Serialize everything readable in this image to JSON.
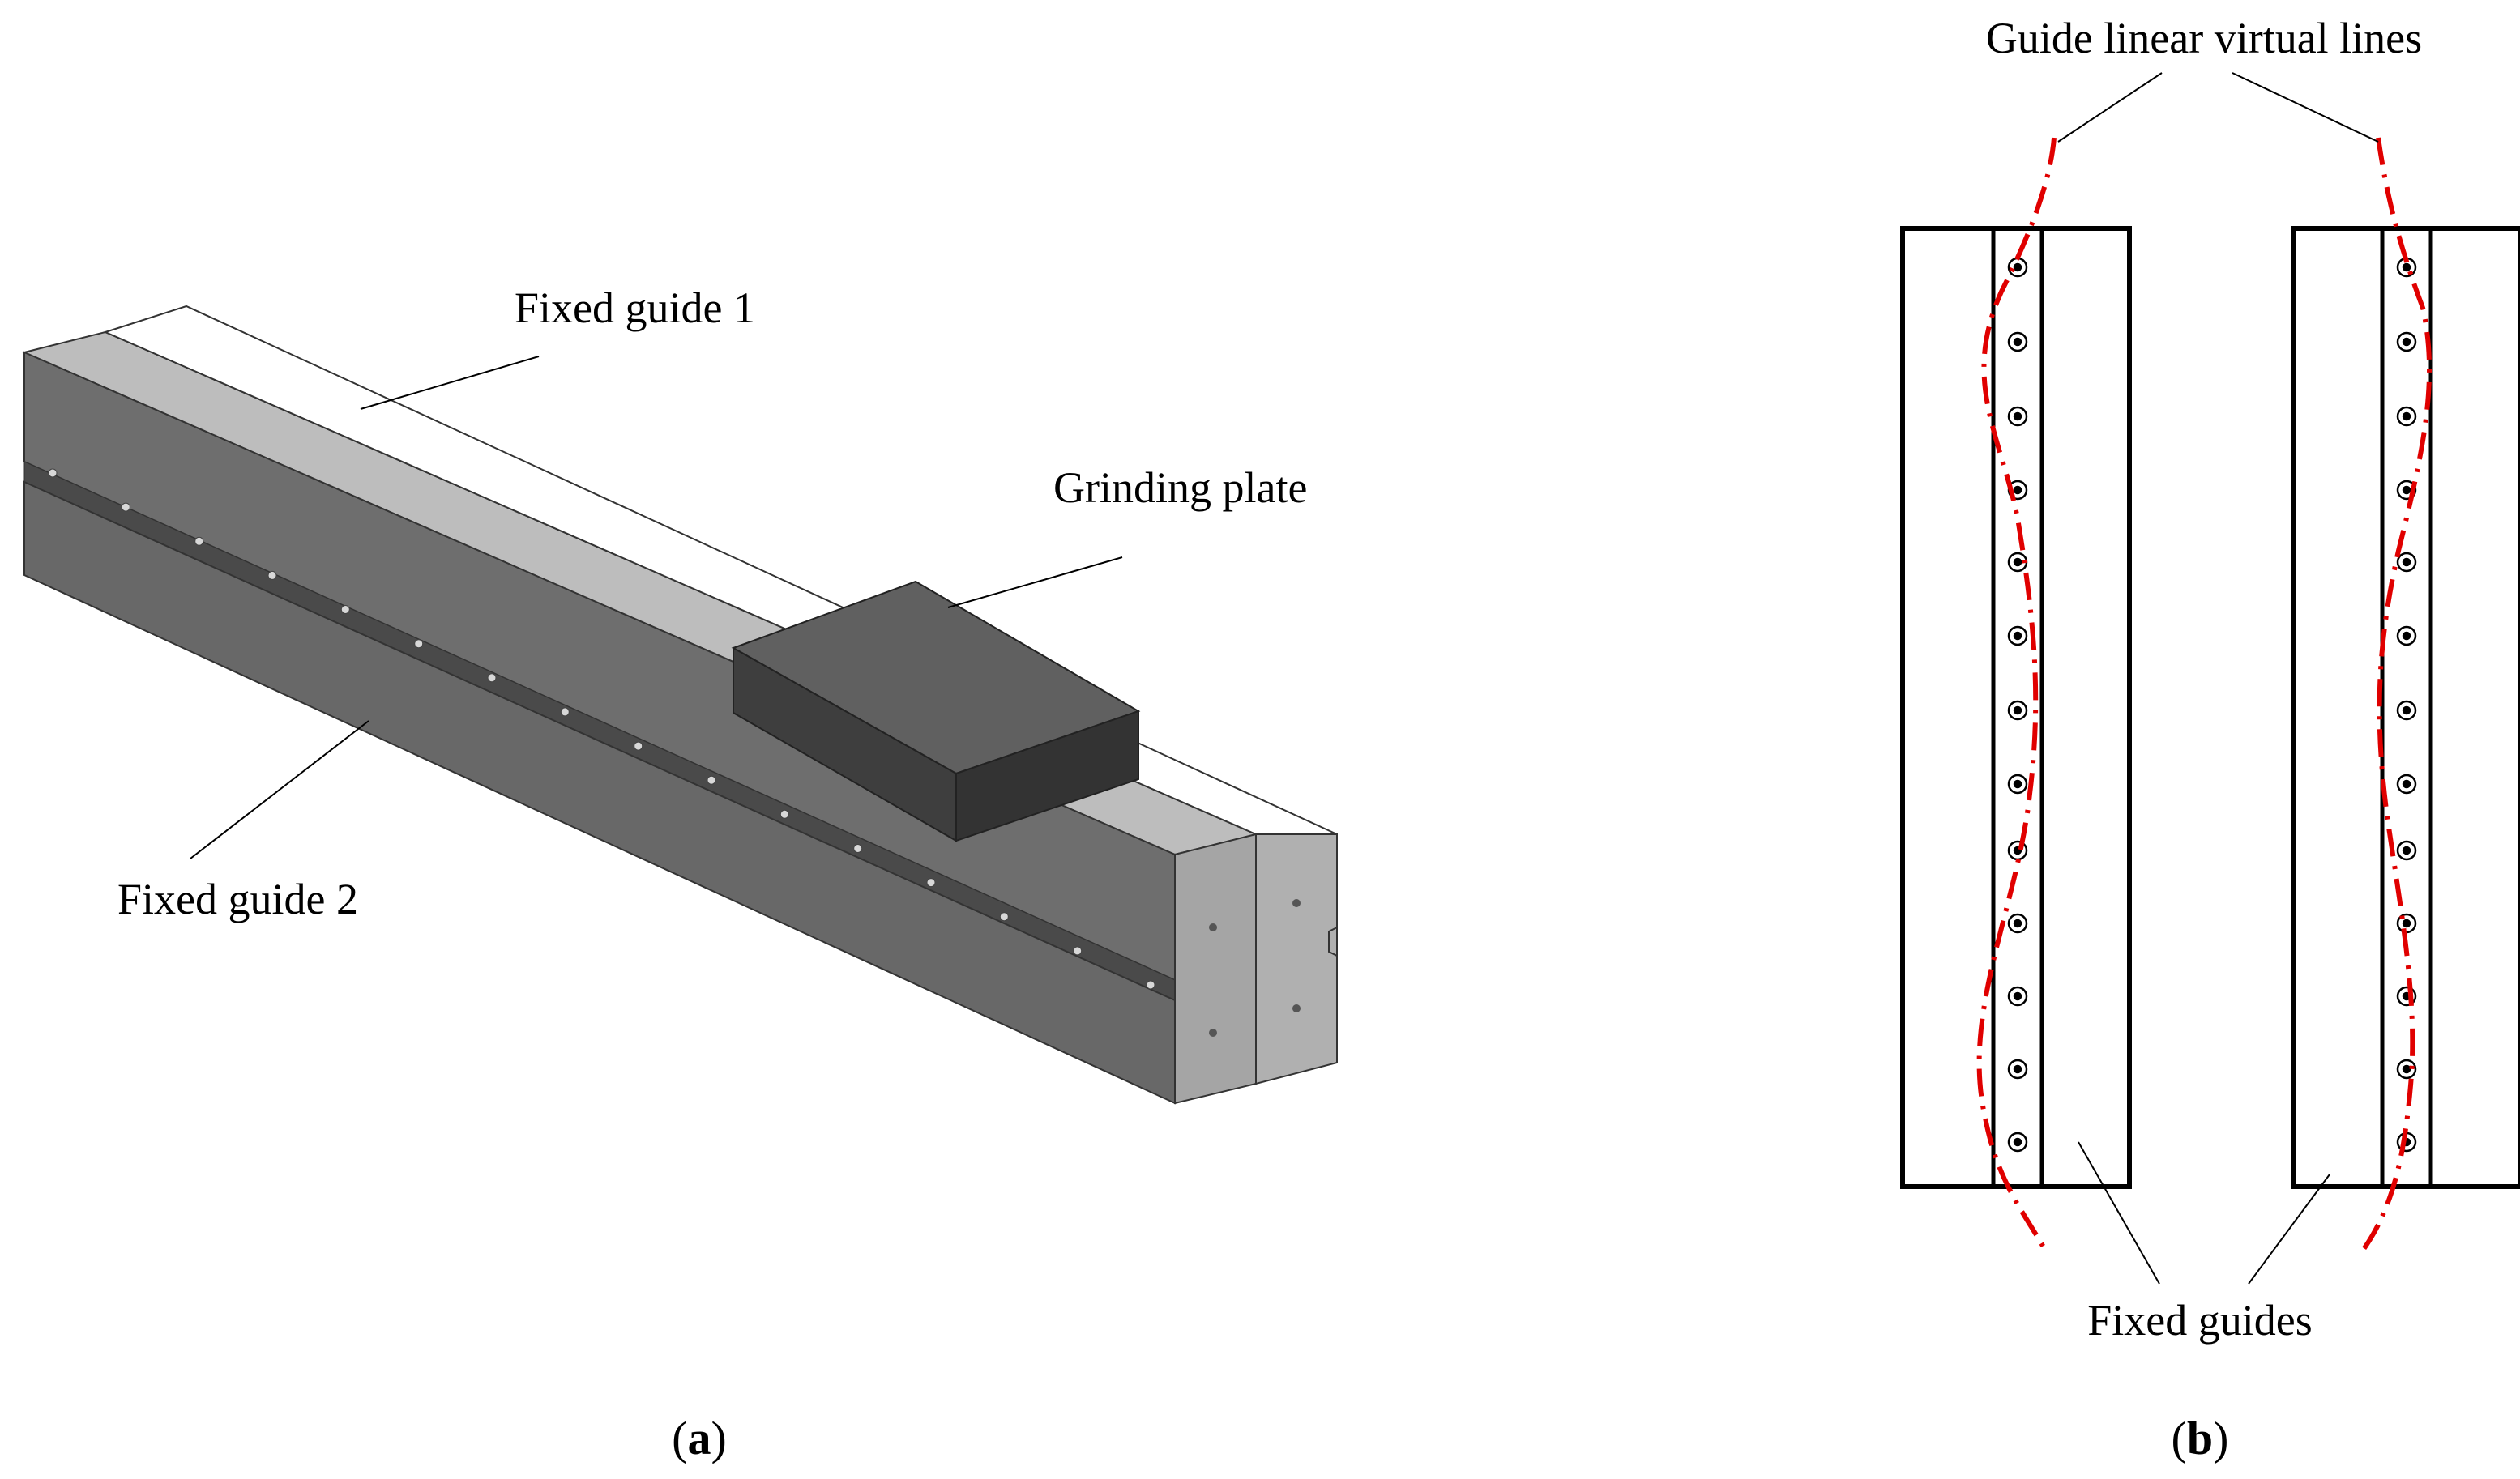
{
  "panel_a": {
    "label_guide1": "Fixed guide 1",
    "label_guide2": "Fixed guide 2",
    "label_plate": "Grinding plate",
    "caption_open": "(",
    "caption_letter": "a",
    "caption_close": ")"
  },
  "panel_b": {
    "label_virtual_lines": "Guide linear virtual lines",
    "label_fixed_guides": "Fixed guides",
    "caption_open": "(",
    "caption_letter": "b",
    "caption_close": ")"
  },
  "colors": {
    "virtual_line": "#e00000",
    "face_front": "#6b6b6b",
    "face_top_light": "#bdbdbd",
    "face_top_white": "#ffffff",
    "end_face": "#a9a9a9",
    "plate_top": "#5f5f5f",
    "plate_side": "#3d3d3d"
  }
}
